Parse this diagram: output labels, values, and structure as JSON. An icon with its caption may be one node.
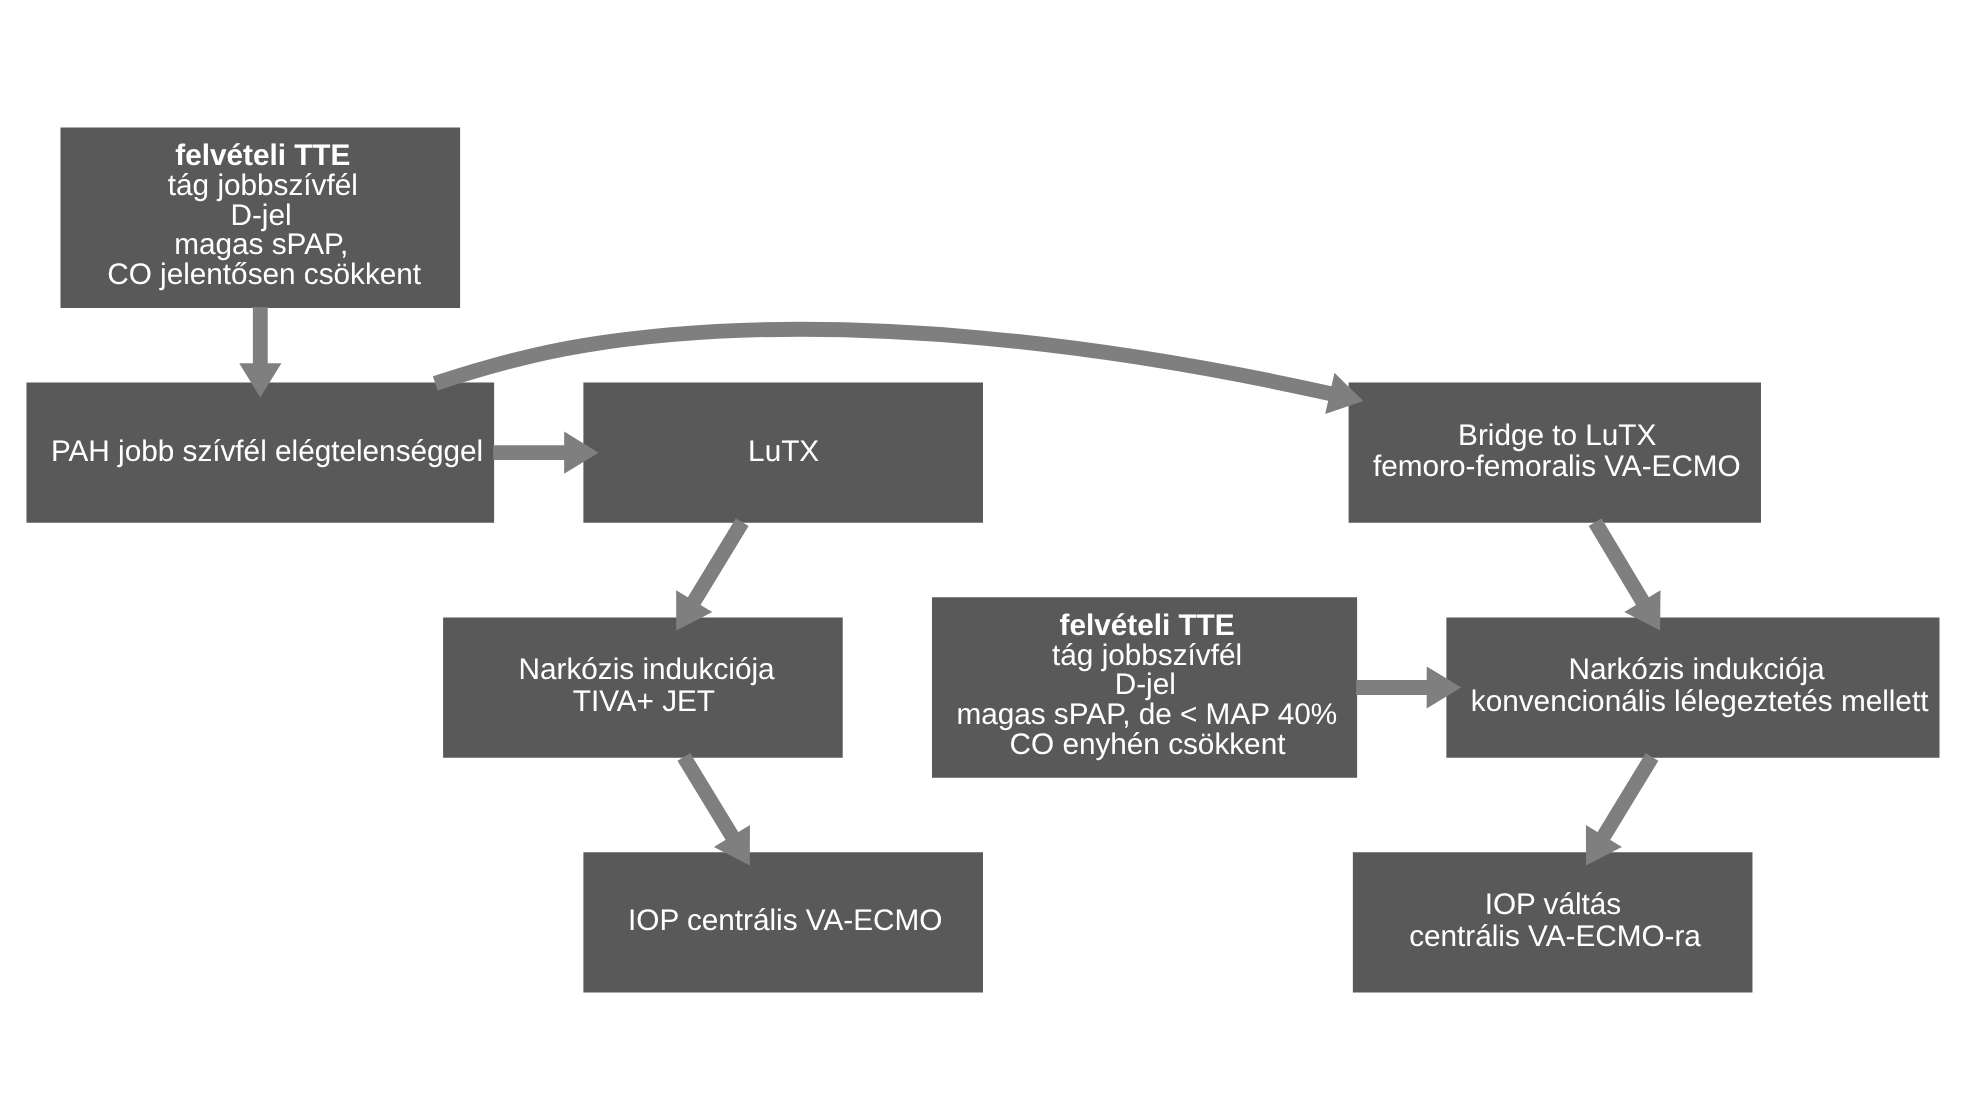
{
  "diagram": {
    "nodes": [
      {
        "text": [
          "felvételi TTE",
          "tág jobbszívfél",
          "D-jel",
          "magas sPAP,",
          "CO jelentősen csökkent"
        ]
      },
      {
        "text": [
          "LuTX"
        ]
      },
      {
        "text": [
          "PAH jobb szívfél elégtelenséggel"
        ]
      },
      {
        "text": [
          "Bridge to LuTX",
          "femoro-femoralis VA-ECMO"
        ]
      },
      {
        "text": [
          "Narkózis indukciója",
          "TIVA+ JET"
        ]
      },
      {
        "text": [
          "felvételi TTE",
          "tág jobbszívfél",
          "D-jel",
          "magas sPAP, de < MAP 40%",
          "CO enyhén csökkent"
        ]
      },
      {
        "text": [
          "Narkózis indukciója",
          "konvencionális lélegeztetés mellett"
        ]
      },
      {
        "text": [
          "IOP centrális VA-ECMO"
        ]
      },
      {
        "text": [
          "IOP váltás",
          "centrális VA-ECMO-ra"
        ]
      }
    ],
    "edges": [
      {
        "from": 0,
        "to": 2,
        "arrow": "to"
      },
      {
        "from": 2,
        "to": 1,
        "arrow": "to"
      },
      {
        "from": 2,
        "to": 3,
        "arrow": "to"
      },
      {
        "from": 1,
        "to": 4,
        "arrow": "to"
      },
      {
        "from": 3,
        "to": 6,
        "arrow": "to"
      },
      {
        "from": 5,
        "to": 6,
        "arrow": "to"
      },
      {
        "from": 4,
        "to": 7,
        "arrow": "to"
      },
      {
        "from": 6,
        "to": 8,
        "arrow": "to"
      }
    ]
  }
}
